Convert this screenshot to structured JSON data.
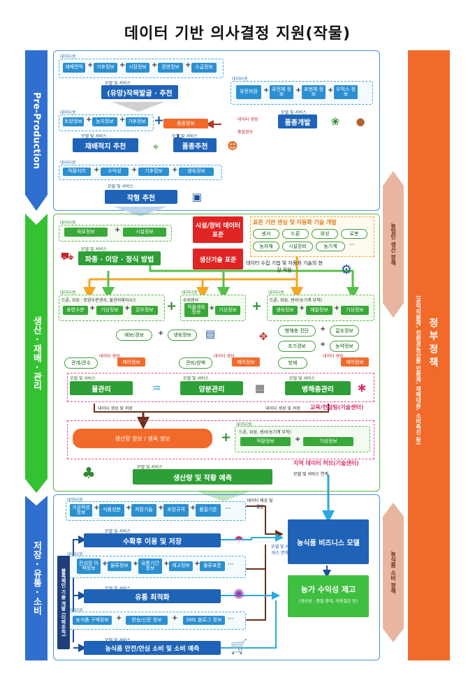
{
  "title": "데이터 기반 의사결정 지원(작물)",
  "phases": {
    "pre": "Pre-Production",
    "production": "생산 · 재배 · 관리",
    "post": "저장 · 유통 · 소비",
    "gov_title": "정 부 정 책",
    "gov_sub": "(공익직불제, 친환경농산물 인증제, 재해대응, 소비촉진 등)",
    "farm_policy": "농업인 생산 정책",
    "consumer_policy": "농식품 소비 정책"
  },
  "labels": {
    "dataset": "데이터셋",
    "model_service": "모델 및 서비스",
    "model_service_link": "모델 및 서비스 연계",
    "data_gen": "데이터 생성",
    "data_gen_store": "데이터 생성 및 저장",
    "data_provide": "데이터 제공 및 결합",
    "model_service_vertical": "모델 및 서비스 연계"
  },
  "pre": {
    "ds1": [
      "재배면적",
      "기후정보",
      "시장정보",
      "경영정보",
      "수급정보"
    ],
    "recommend": "(유망)작목발굴 · 추천",
    "ds2": [
      "유전자원",
      "유전체 정보",
      "표현체 정보",
      "오믹스 정보"
    ],
    "breeding": "품종개발",
    "variety_info": "품종정보",
    "quality_info": "품질정보",
    "ds3": [
      "토양정보",
      "농지정보",
      "기후정보"
    ],
    "site": "재배적지 추천",
    "variety": "품종추천",
    "ds4": [
      "작황지리",
      "수익성",
      "기후정보",
      "생육정보"
    ],
    "crop": "작형 추천"
  },
  "production": {
    "ds1": [
      "육묘정보",
      "시설정보"
    ],
    "method": "파종 · 이앙 · 정식 방법",
    "std1": "시설/장비 데이터 표준",
    "std2": "생산기술 표준",
    "sensing_title": "표준 기반 센싱 및 자동화 기술 개발",
    "sensing_items": [
      "센서",
      "드론",
      "위성",
      "로봇",
      "농자재",
      "시설장비",
      "농기계",
      "···"
    ],
    "collect_note": "데이터 수집 기법 및 자동화 기술의 현장 적용",
    "dsA_head": "드론, 위성 · 토양수분센서, 물관리제어시스",
    "dsA": [
      "표면수분",
      "기상정보",
      "강우정보"
    ],
    "dsB_head": "수위센서",
    "dsB": [
      "작물생육 정보",
      "기상정보"
    ],
    "dsC_head": "드론, 위성, 센서(농기계 부착)",
    "dsC": [
      "생육정보",
      "예찰정보",
      "기상정보"
    ],
    "forecast": "예보/경보",
    "growth_info": "생육정보",
    "diagnosis": "병해충 진단",
    "early": "조기경보",
    "pest_info": "갈조정보",
    "pesticide_info": "농약정보",
    "irrigation": "관개/관수",
    "fertilize": "관비/양액",
    "control": "방제",
    "control_info": "제어정보",
    "water": "물관리",
    "nutrient": "양분관리",
    "pest": "병해충관리",
    "edu": "교육/컨설팅(기술센터)",
    "yield_info": "생산량 정보 / 생육 정보",
    "dsD_head": "드론, 위성, 센서(농기계 부착)",
    "dsD": [
      "작황정보",
      "기상정보"
    ],
    "hub": "지역 데이터 허브(기술센터)",
    "predict": "생산량 및 작황 예측"
  },
  "post": {
    "ds1": [
      "가공적성 정보",
      "식품성분",
      "저장기술",
      "포장규격",
      "품질기준",
      "···"
    ],
    "storage": "수확후 이용 및 저장",
    "ds2": [
      "전과정 이력정보",
      "물류정보",
      "유통기간 정보",
      "재고정보",
      "물류표준",
      "···"
    ],
    "distribution": "유통 최적화",
    "ds3": [
      "농식품 구매정보",
      "방송/신문 정보",
      "SNS 블로그 정보",
      "···"
    ],
    "consume": "농식품 안전/안심 소비 및 소비 예측",
    "business": "농식품 비즈니스 모델",
    "income": "농가 수익성 제고",
    "income_sub": "(생산성 · 품질 증대, 비용절감 등)",
    "tech_dev": "블록체인 기술 개발 (이력추적)"
  }
}
